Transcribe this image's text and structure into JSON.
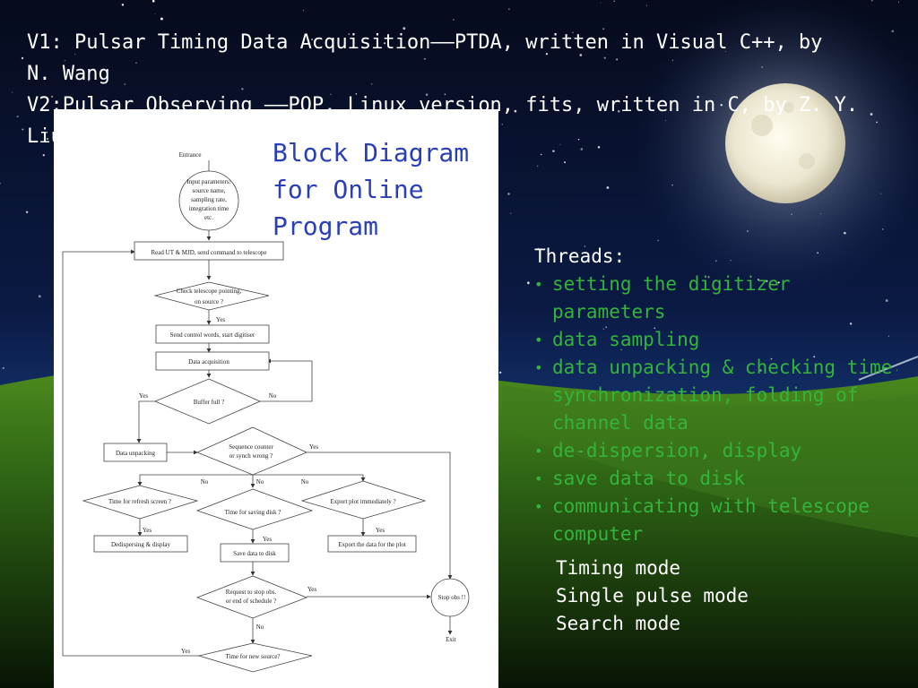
{
  "slide": {
    "version_lines": [
      "V1: Pulsar Timing Data Acquisition——PTDA, written in Visual  C++, by",
      "N. Wang",
      "V2:Pulsar Observing ——POP, Linux version, fits, written in C, by Z. Y.",
      "Liu"
    ],
    "diagram_title": "Block Diagram for Online Program",
    "threads": {
      "title": "Threads:",
      "items": [
        "setting the digitizer parameters",
        "data sampling",
        "data unpacking & checking time synchronization, folding of channel data",
        "de-dispersion, display",
        "save data to disk",
        "communicating with telescope computer"
      ]
    },
    "modes": [
      "Timing mode",
      "Single pulse mode",
      "Search mode"
    ],
    "colors": {
      "title_blue": "#2a3fb6",
      "thread_green": "#34b43c",
      "text_white": "#ffffff"
    }
  },
  "flowchart": {
    "entrance": "Entrance",
    "input_params": [
      "Input parameters:",
      "source name,",
      "sampling rate,",
      "integration time",
      "etc."
    ],
    "read_ut": "Read UT & MJD, send command to telescope",
    "check_pointing": [
      "Check telescope pointing,",
      "on source ?"
    ],
    "send_control": "Send control words, start digitiser",
    "data_acq": "Data acquisition",
    "buffer_full": "Buffer full ?",
    "data_unpacking": "Data unpacking",
    "seq_counter": [
      "Sequence counter",
      "or synch wrong ?"
    ],
    "refresh": "Time for refresh screen ?",
    "saving_disk": "Time for saving disk ?",
    "export_plot": "Export plot immediately ?",
    "dedispersing": "Dedispersing & display",
    "save_data": "Save data to disk",
    "export_data": "Export the data for the plot",
    "request_stop": [
      "Request to stop obs.",
      "or end of schedule  ?"
    ],
    "stop_obs": "Stop obs !!",
    "exit": "Exit",
    "new_source": "Time for new source?",
    "yes": "Yes",
    "no": "No"
  }
}
